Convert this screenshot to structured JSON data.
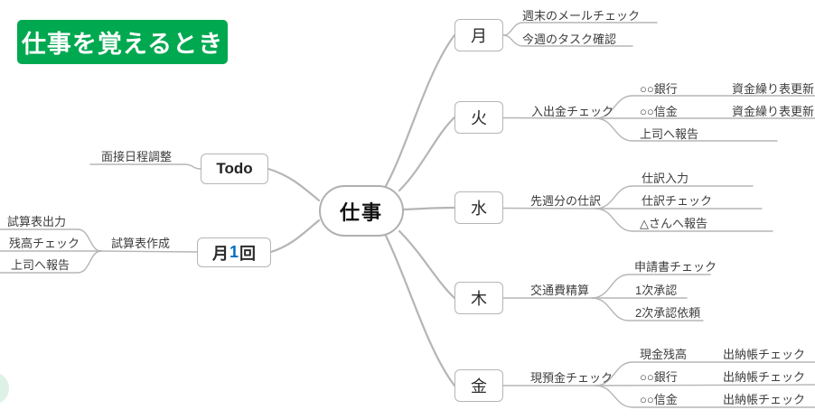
{
  "header": {
    "title": "仕事を覚えるとき"
  },
  "colors": {
    "accent_green": "#00A850",
    "accent_blue": "#0070C0",
    "line_gray": "#b5b5b5"
  },
  "mindmap": {
    "center": "仕事",
    "right_branches": [
      {
        "day": "月",
        "items": [
          {
            "label": "週末のメールチェック"
          },
          {
            "label": "今週のタスク確認"
          }
        ]
      },
      {
        "day": "火",
        "task": "入出金チェック",
        "items": [
          {
            "label": "○○銀行",
            "sub": "資金繰り表更新"
          },
          {
            "label": "○○信金",
            "sub": "資金繰り表更新"
          },
          {
            "label": "上司へ報告"
          }
        ]
      },
      {
        "day": "水",
        "task": "先週分の仕訳",
        "items": [
          {
            "label": "仕訳入力"
          },
          {
            "label": "仕訳チェック"
          },
          {
            "label": "△さんへ報告"
          }
        ]
      },
      {
        "day": "木",
        "task": "交通費精算",
        "items": [
          {
            "label": "申請書チェック"
          },
          {
            "label": "1次承認"
          },
          {
            "label": "2次承認依頼"
          }
        ]
      },
      {
        "day": "金",
        "task": "現預金チェック",
        "items": [
          {
            "label": "現金残高",
            "sub": "出納帳チェック"
          },
          {
            "label": "○○銀行",
            "sub": "出納帳チェック"
          },
          {
            "label": "○○信金",
            "sub": "出納帳チェック"
          }
        ]
      }
    ],
    "left_branches": [
      {
        "label": "Todo",
        "task": "面接日程調整"
      },
      {
        "label_parts": [
          "月",
          "1",
          "回"
        ],
        "task": "試算表作成",
        "items": [
          {
            "label": "試算表出力"
          },
          {
            "label": "残高チェック"
          },
          {
            "label": "上司へ報告"
          }
        ]
      }
    ]
  }
}
